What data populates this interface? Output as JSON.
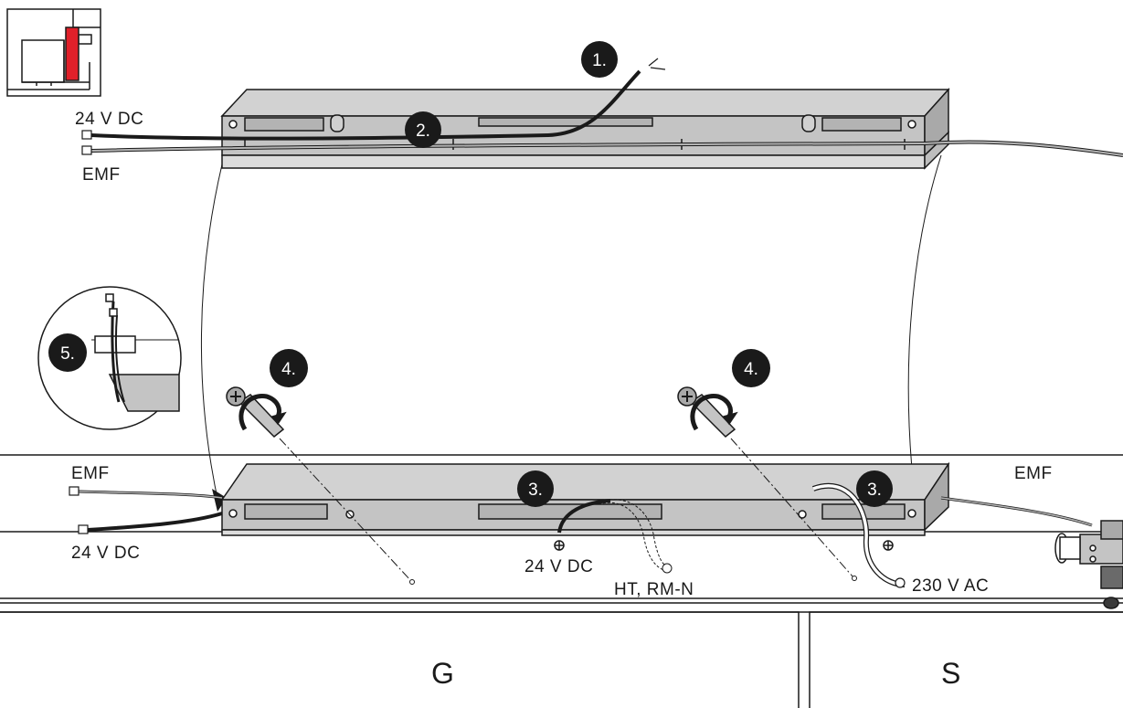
{
  "labels": {
    "top_24vdc": "24 V DC",
    "top_emf": "EMF",
    "bottom_left_emf": "EMF",
    "bottom_left_24vdc": "24 V DC",
    "center_24vdc": "24 V DC",
    "center_ht_rmn": "HT,  RM-N",
    "right_emf": "EMF",
    "right_230vac": "230 V AC"
  },
  "steps": {
    "s1": "1.",
    "s2": "2.",
    "s3_left": "3.",
    "s3_right": "3.",
    "s4_left": "4.",
    "s4_right": "4.",
    "s5": "5."
  },
  "panels": {
    "left": "G",
    "right": "S"
  },
  "colors": {
    "line": "#1a1a1a",
    "cover_fill": "#c8c8c8",
    "cover_fill_dark": "#a9a9a9",
    "marker": "#1a1a1a",
    "highlight": "#e0202a",
    "grey_cable": "#b4b4b4"
  }
}
